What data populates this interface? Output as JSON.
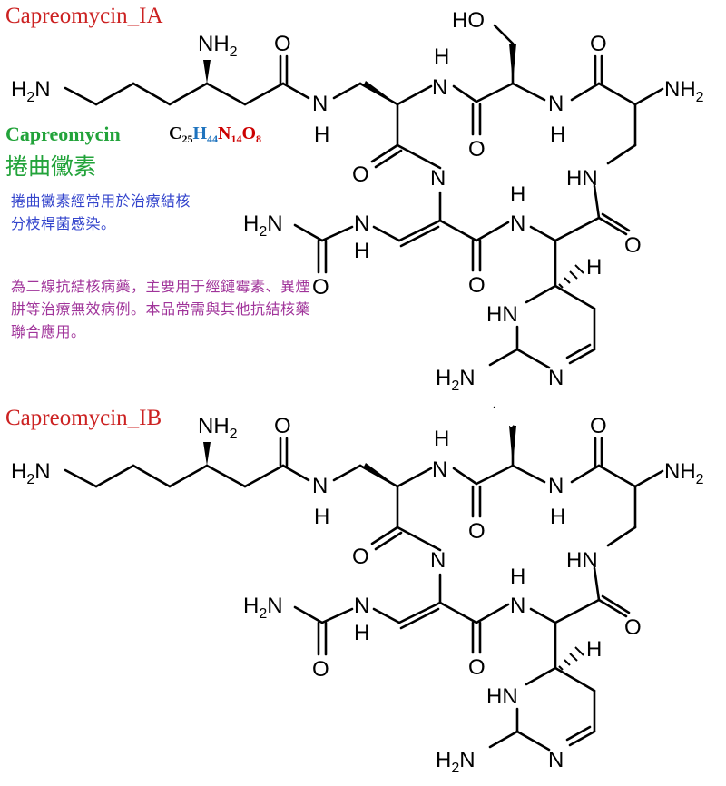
{
  "title_ia": "Capreomycin_IA",
  "title_ib": "Capreomycin_IB",
  "drug_name_en": "Capreomycin",
  "drug_name_zh": "捲曲黴素",
  "formula": [
    {
      "el": "C",
      "n": "25",
      "color": "#000000"
    },
    {
      "el": "H",
      "n": "44",
      "color": "#1e73be"
    },
    {
      "el": "N",
      "n": "14",
      "color": "#cc0000"
    },
    {
      "el": "O",
      "n": "8",
      "color": "#cc0000"
    }
  ],
  "note_usage": "捲曲黴素經常用於治療結核分枝桿菌感染。",
  "note_detail": "為二線抗結核病藥，主要用于經鏈霉素、異煙肼等治療無效病例。本品常需與其他抗結核藥聯合應用。",
  "colors": {
    "title": "#cc2222",
    "drug_name": "#22a33a",
    "note_usage": "#3344cc",
    "note_detail": "#a0349a",
    "bond": "#000000"
  },
  "atom_labels": {
    "amine": "NH",
    "amine_sub": "2",
    "left_amine_pre": "H",
    "left_amine_sub": "2",
    "left_amine_post": "N",
    "nitrogen": "N",
    "hydrogen": "H",
    "oxygen": "O",
    "imine_nh": "HN",
    "hydroxyl": "HO",
    "stereo_h": "H"
  }
}
